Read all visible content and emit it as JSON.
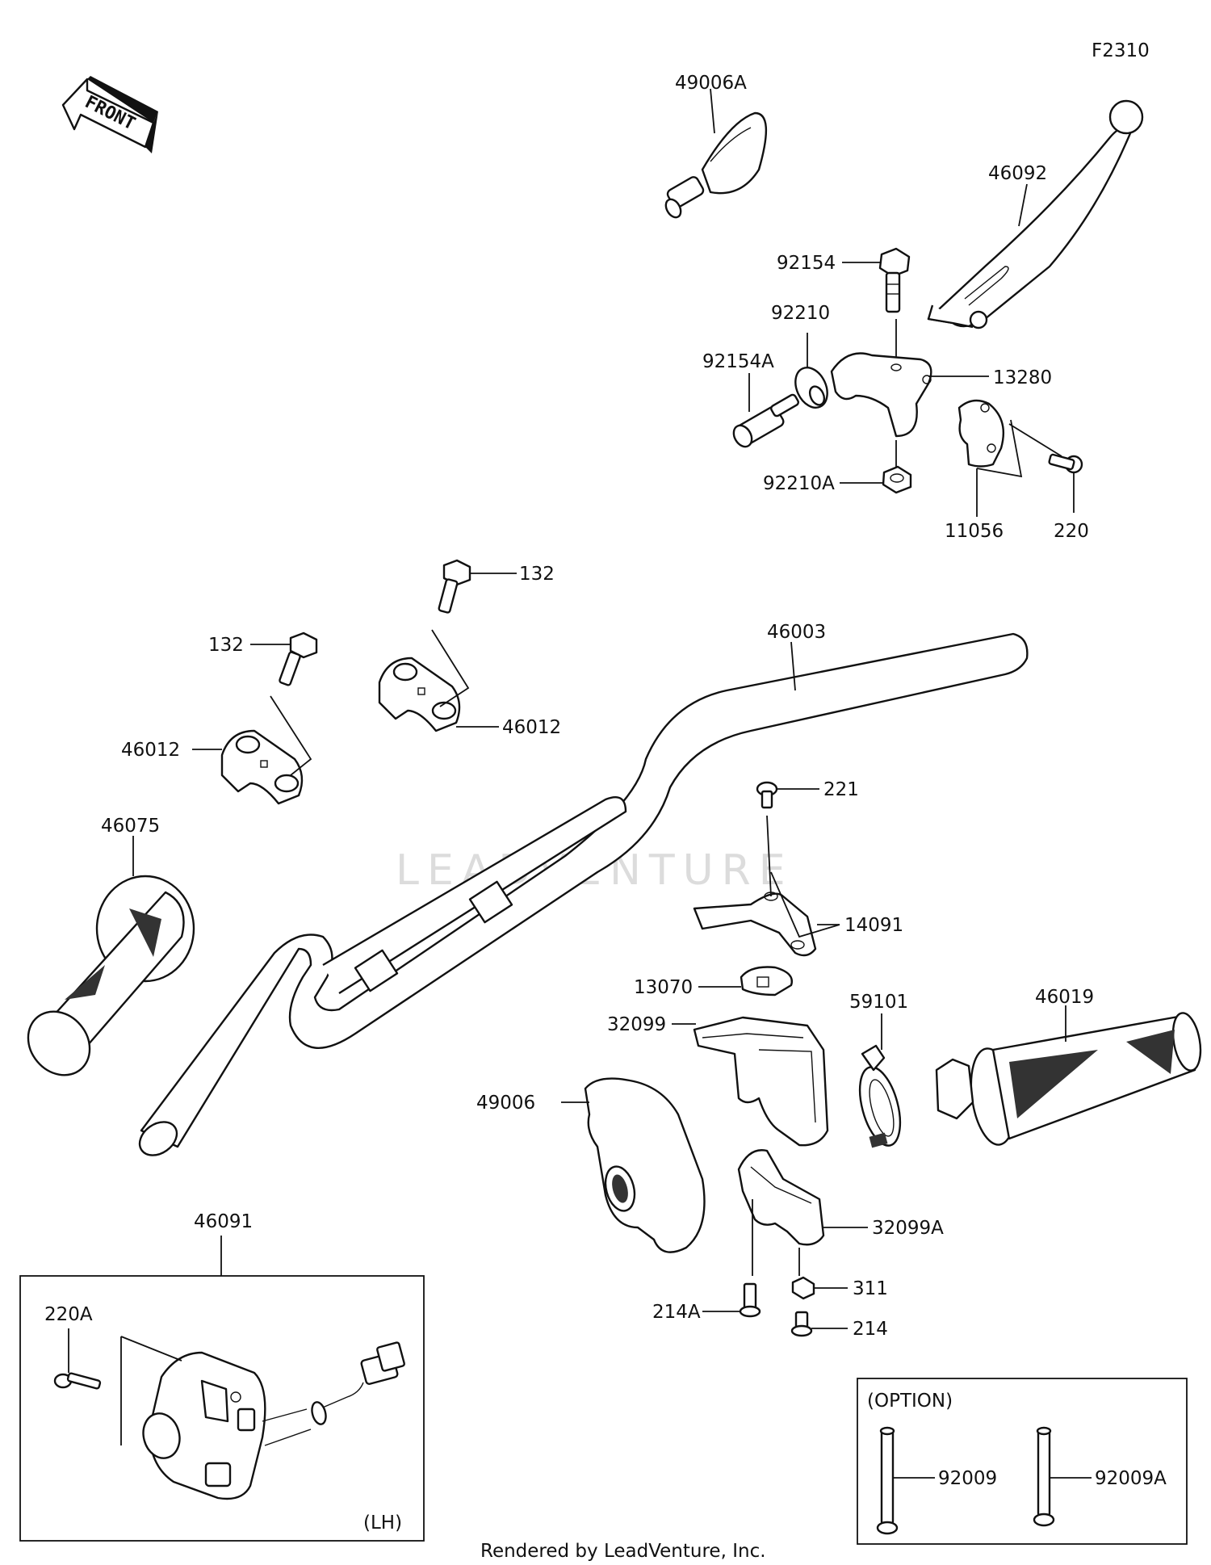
{
  "diagram_code": "F2310",
  "front_arrow_label": "FRONT",
  "watermark": "LEADVENTURE",
  "footer": "Rendered by LeadVenture, Inc.",
  "parts": {
    "p49006A": "49006A",
    "p46092": "46092",
    "p92154": "92154",
    "p92210": "92210",
    "p92154A": "92154A",
    "p13280": "13280",
    "p92210A": "92210A",
    "p11056": "11056",
    "p220": "220",
    "p132a": "132",
    "p132b": "132",
    "p46003": "46003",
    "p46012a": "46012",
    "p46012b": "46012",
    "p46075": "46075",
    "p221": "221",
    "p14091": "14091",
    "p13070": "13070",
    "p32099": "32099",
    "p59101": "59101",
    "p46019": "46019",
    "p49006": "49006",
    "p32099A": "32099A",
    "p311": "311",
    "p214A": "214A",
    "p214": "214",
    "p46091": "46091",
    "p220A": "220A",
    "p92009": "92009",
    "p92009A": "92009A"
  },
  "switch_box_label": "(LH)",
  "option_box_label": "(OPTION)"
}
